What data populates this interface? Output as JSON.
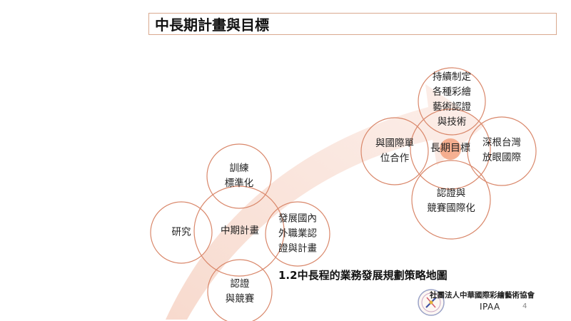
{
  "title": "中長期計畫與目標",
  "mid_term": {
    "center": "中期計畫",
    "top": "訓練\n標準化",
    "left": "研究",
    "right": "發展國內\n外職業認\n證與計畫",
    "bottom": "認證\n與競賽"
  },
  "long_term": {
    "center": "長期目標",
    "top": "持續制定\n各種彩繪\n藝術認證\n與技術",
    "left": "與國際單\n位合作",
    "right": "深根台灣\n放眼國際",
    "bottom": "認證與\n競賽國際化"
  },
  "caption": "1.2中長程的業務發展規劃策略地圖",
  "organization": "社團法人中華國際彩繪藝術協會",
  "organization_abbr": "IPAA",
  "page_number": "4",
  "colors": {
    "circle_stroke": "#d9876a",
    "arrow_fill": "#f6d4c6",
    "center_dot": "#f3a27f"
  }
}
